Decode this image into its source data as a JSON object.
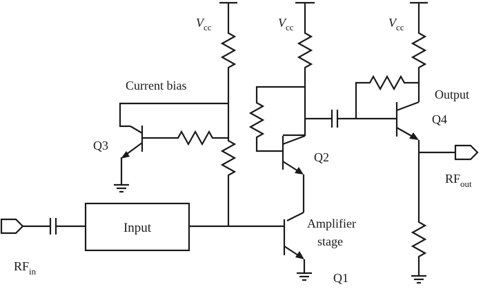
{
  "labels": {
    "vcc1": "V",
    "vcc1_sub": "cc",
    "vcc2": "V",
    "vcc2_sub": "cc",
    "vcc3": "V",
    "vcc3_sub": "cc",
    "current_bias": "Current bias",
    "output": "Output",
    "q1": "Q1",
    "q2": "Q2",
    "q3": "Q3",
    "q4": "Q4",
    "input_block": "Input",
    "amplifier_line1": "Amplifier",
    "amplifier_line2": "stage",
    "rf_in": "RF",
    "rf_in_sub": "in",
    "rf_out": "RF",
    "rf_out_sub": "out"
  }
}
